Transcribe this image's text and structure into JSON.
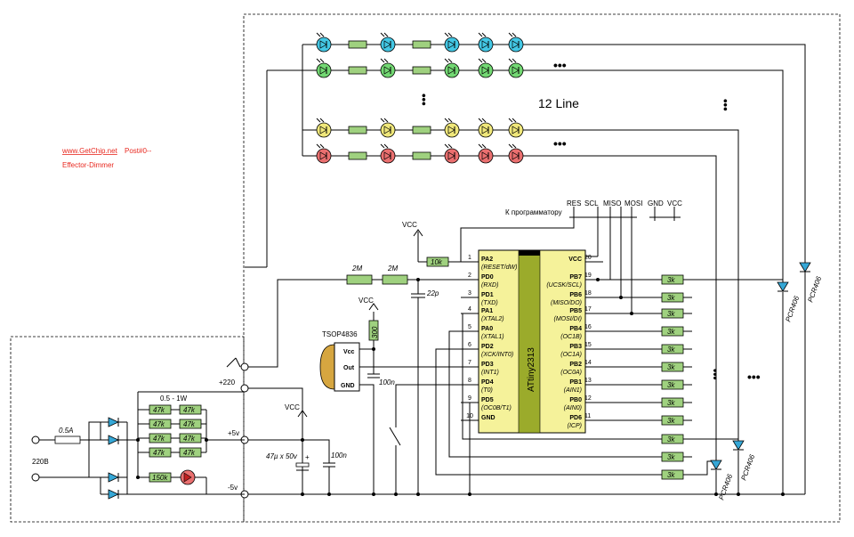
{
  "credit": {
    "site": "www.GetChip.net",
    "post": "Post#0--",
    "name": "Effector-Dimmer",
    "color": "#e8281f"
  },
  "led_panel": {
    "label": "12 Line",
    "rows": [
      {
        "color": "#43c7e4"
      },
      {
        "color": "#73d873"
      },
      {
        "color": "#efe77a"
      },
      {
        "color": "#ea6f6f"
      }
    ]
  },
  "programmer": {
    "label": "К программатору",
    "pins": [
      "RES",
      "SCL",
      "MISO",
      "MOSI",
      "GND",
      "VCC"
    ]
  },
  "mcu": {
    "name": "ATtiny2313",
    "body_color": "#f5f29a",
    "strip_color": "#9bab2b",
    "left_pins": [
      {
        "num": "1",
        "name": "PA2",
        "alt": "(RESET/dW)"
      },
      {
        "num": "2",
        "name": "PD0",
        "alt": "(RXD)"
      },
      {
        "num": "3",
        "name": "PD1",
        "alt": "(TXD)"
      },
      {
        "num": "4",
        "name": "PA1",
        "alt": "(XTAL2)"
      },
      {
        "num": "5",
        "name": "PA0",
        "alt": "(XTAL1)"
      },
      {
        "num": "6",
        "name": "PD2",
        "alt": "(XCK/INT0)"
      },
      {
        "num": "7",
        "name": "PD3",
        "alt": "(INT1)"
      },
      {
        "num": "8",
        "name": "PD4",
        "alt": "(T0)"
      },
      {
        "num": "9",
        "name": "PD5",
        "alt": "(OC0B/T1)"
      },
      {
        "num": "10",
        "name": "GND",
        "alt": ""
      }
    ],
    "right_pins": [
      {
        "num": "20",
        "name": "VCC",
        "alt": ""
      },
      {
        "num": "19",
        "name": "PB7",
        "alt": "(UCSK/SCL)"
      },
      {
        "num": "18",
        "name": "PB6",
        "alt": "(MISO/DO)"
      },
      {
        "num": "17",
        "name": "PB5",
        "alt": "(MOSI/DI)"
      },
      {
        "num": "16",
        "name": "PB4",
        "alt": "(OC1B)"
      },
      {
        "num": "15",
        "name": "PB3",
        "alt": "(OC1A)"
      },
      {
        "num": "14",
        "name": "PB2",
        "alt": "(OC0A)"
      },
      {
        "num": "13",
        "name": "PB1",
        "alt": "(AIN1)"
      },
      {
        "num": "12",
        "name": "PB0",
        "alt": "(AIN0)"
      },
      {
        "num": "11",
        "name": "PD6",
        "alt": "(ICP)"
      }
    ]
  },
  "labels": {
    "vcc": "VCC",
    "r_10k": "10k",
    "r_2m": "2M",
    "cap_22p": "22p",
    "r_300": "300",
    "tsop": "TSOP4836",
    "tsop_vcc": "Vcc",
    "tsop_out": "Out",
    "tsop_gnd": "GND",
    "cap_100n": "100n",
    "rail_220": "+220",
    "rail_5v": "+5v",
    "rail_m5v": "-5v",
    "fuse": "0.5A",
    "mains": "220B",
    "divider": "0.5 - 1W",
    "r_47k": "47k",
    "r_150k": "150k",
    "cap_47u": "47µ x 50v",
    "r_3k": "3k",
    "optocoupler": "PCR406"
  },
  "ellipsis": "•••"
}
